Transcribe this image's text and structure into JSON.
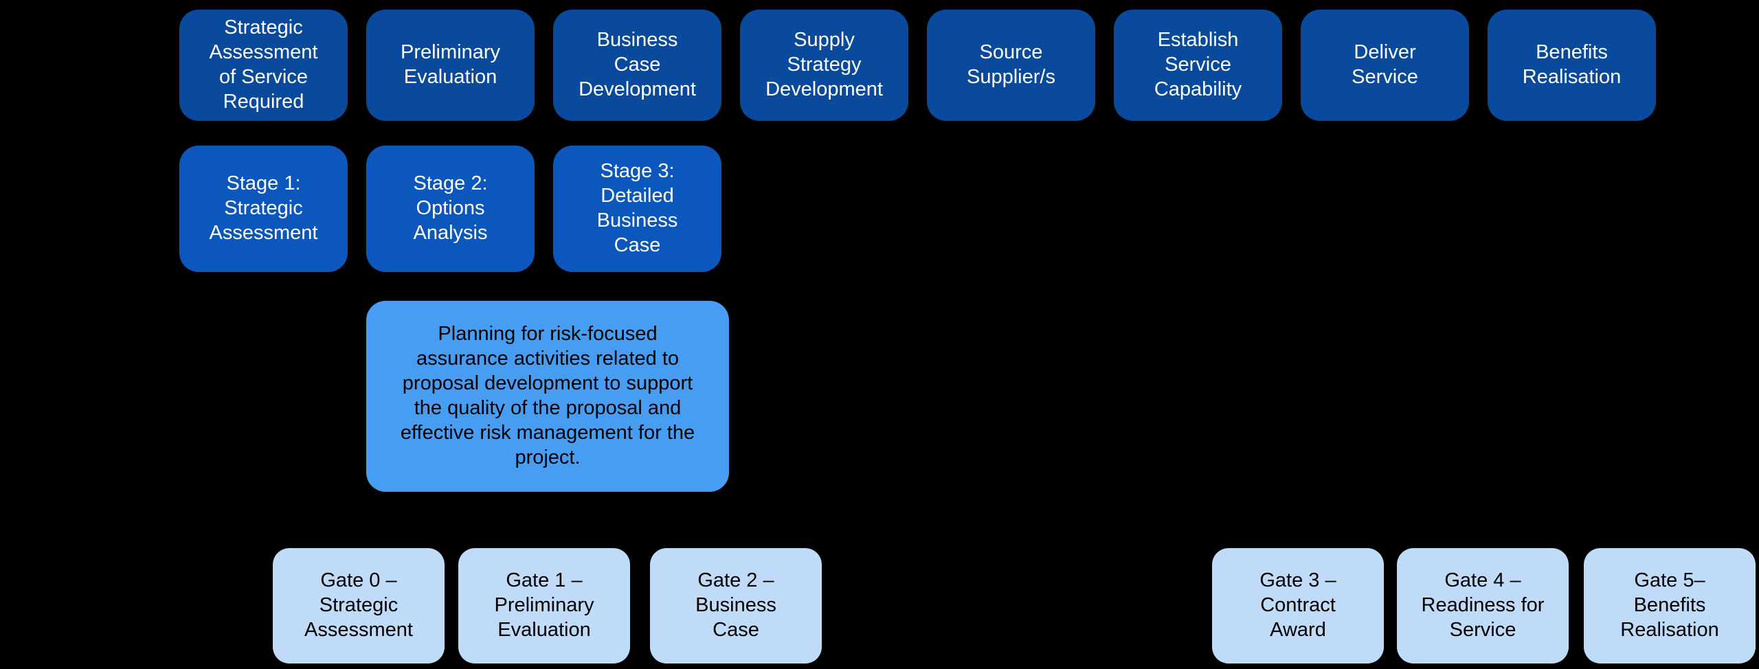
{
  "diagram": {
    "colors": {
      "background": "#000000",
      "phase_fill": "#0A4A9D",
      "stage_fill": "#0C57BC",
      "callout_fill": "#479DF2",
      "gate_fill": "#BFDBF7",
      "text_light": "#FFFFFF",
      "text_dark": "#000000"
    },
    "phases": {
      "items": [
        {
          "label": "Strategic Assessment of Service Required"
        },
        {
          "label": "Preliminary Evaluation"
        },
        {
          "label": "Business Case Development"
        },
        {
          "label": "Supply Strategy Development"
        },
        {
          "label": "Source Supplier/s"
        },
        {
          "label": "Establish Service Capability"
        },
        {
          "label": "Deliver Service"
        },
        {
          "label": "Benefits Realisation"
        }
      ]
    },
    "stages": {
      "items": [
        {
          "label": "Stage 1: Strategic Assessment"
        },
        {
          "label": "Stage 2: Options Analysis"
        },
        {
          "label": "Stage 3: Detailed Business Case"
        }
      ]
    },
    "callout": {
      "text": "Planning for risk-focused assurance activities related to proposal development to support the quality of the proposal and effective risk management for the project."
    },
    "gates": {
      "items": [
        {
          "label": "Gate 0 – Strategic Assessment"
        },
        {
          "label": "Gate 1 – Preliminary Evaluation"
        },
        {
          "label": "Gate 2 – Business Case"
        },
        {
          "label": "Gate 3 – Contract Award"
        },
        {
          "label": "Gate 4 – Readiness for Service"
        },
        {
          "label": "Gate 5– Benefits Realisation"
        }
      ]
    }
  }
}
